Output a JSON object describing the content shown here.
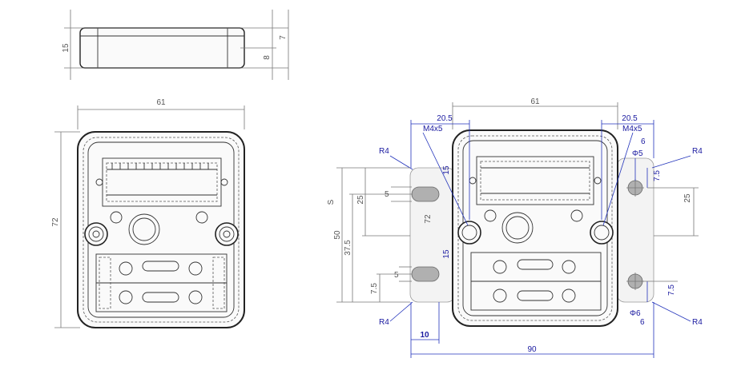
{
  "colors": {
    "line": "#777777",
    "blue_dim": "#2233bb",
    "body": "#222222",
    "fill_gray": "#b0b0b0"
  },
  "side_view": {
    "dim_height": "15",
    "dim_top": "7",
    "dim_bottom": "8"
  },
  "front_view": {
    "dim_width": "61",
    "dim_height": "72"
  },
  "mount_view": {
    "dim_width_top": "61",
    "dim_left_offset": "20.5",
    "dim_right_offset": "20.5",
    "thread_left": "M4x5",
    "thread_right": "M4x5",
    "radius_labels": [
      "R4",
      "R4",
      "R4",
      "R4"
    ],
    "dim_50": "50",
    "dim_37_5": "37.5",
    "dim_25_left": "25",
    "dim_25_right": "25",
    "dim_5_top": "5",
    "dim_5_bottom": "5",
    "dim_7_5_left": "7.5",
    "dim_7_5_right_top": "7.5",
    "dim_7_5_right_bottom": "7.5",
    "dim_72_plate": "72",
    "dim_6_top": "6",
    "dim_6_bottom": "6",
    "dia_5_top": "Φ5",
    "dia_6_bottom": "Φ6",
    "dim_10": "10",
    "dim_90": "90",
    "label_15": "15",
    "label_15b": "15",
    "label_s": "S"
  }
}
